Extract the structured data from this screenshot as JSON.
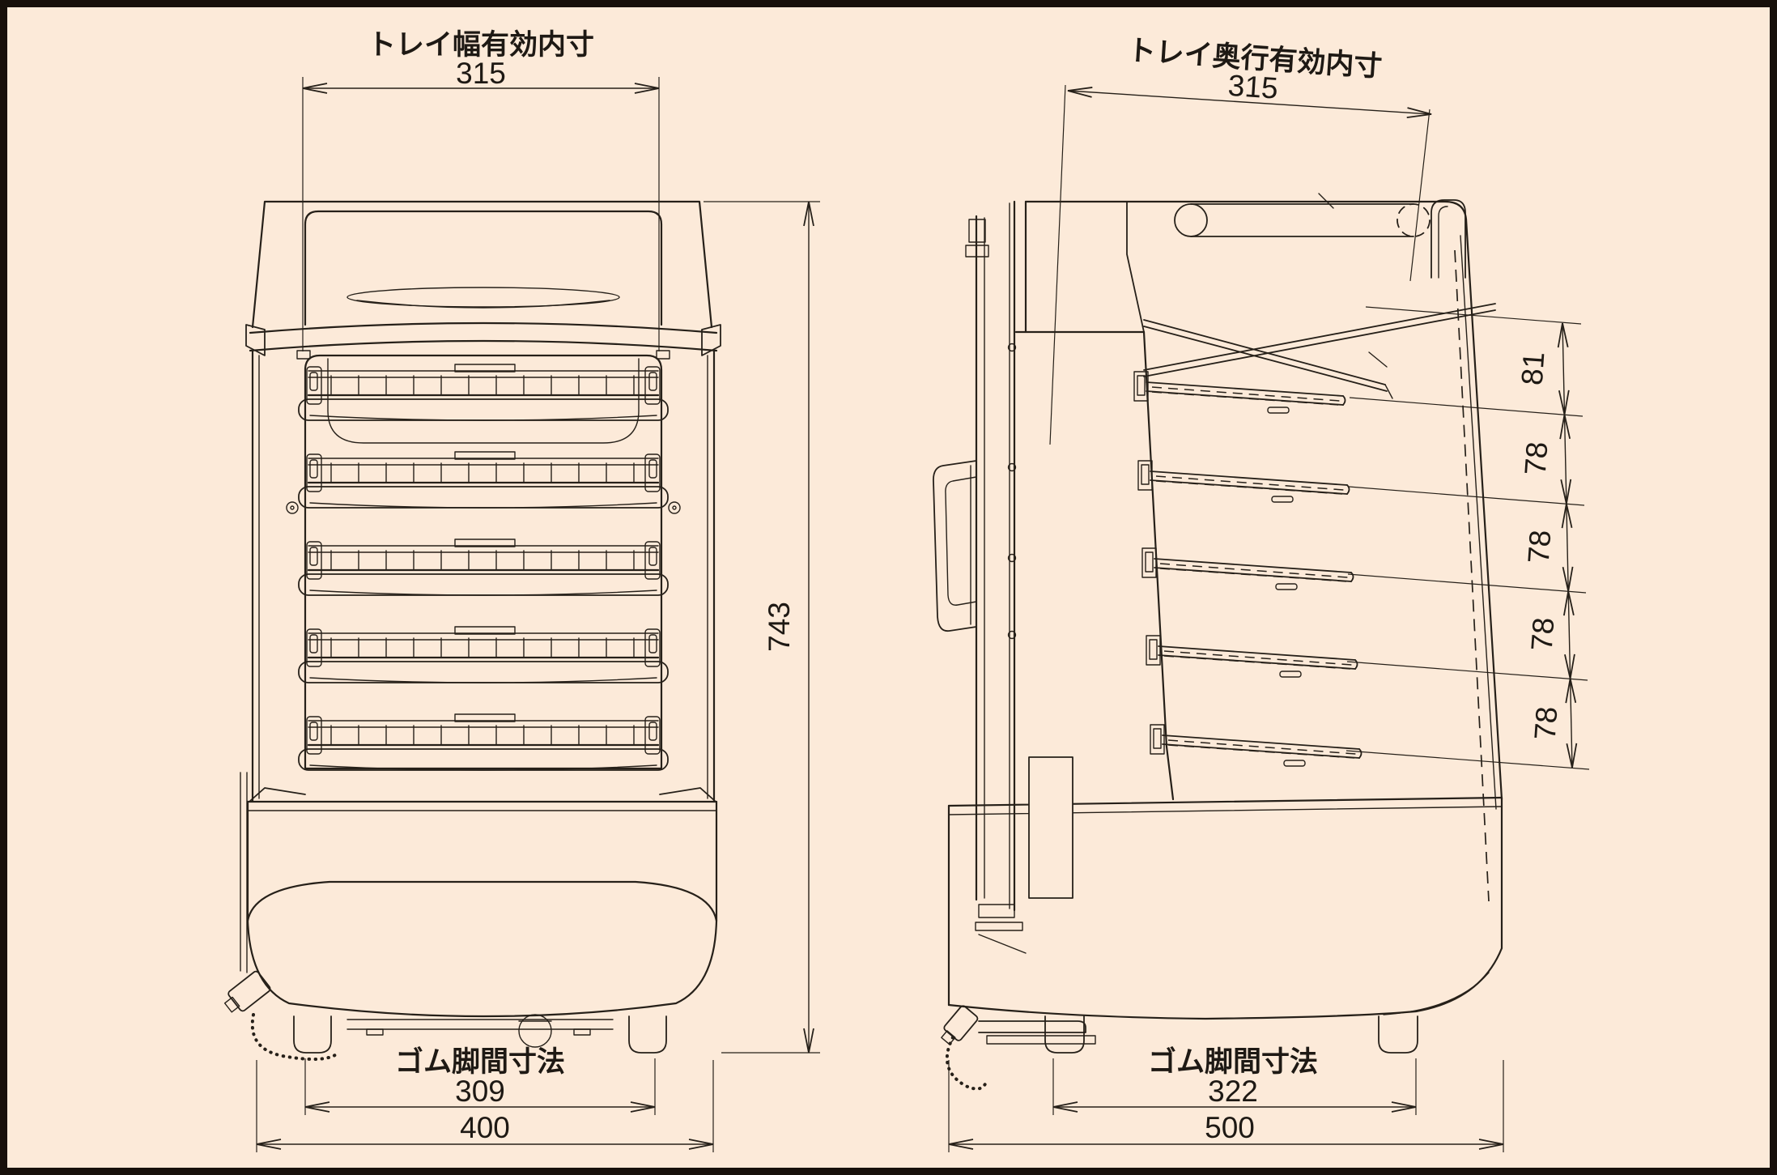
{
  "drawing": {
    "background_color": "#fcead9",
    "line_color": "#262019",
    "front_view": {
      "tray_width_dim": {
        "label": "トレイ幅有効内寸",
        "value": "315"
      },
      "height_dim": {
        "value": "743"
      },
      "foot_span_dim": {
        "label": "ゴム脚間寸法",
        "value": "309"
      },
      "overall_width_dim": {
        "value": "400"
      }
    },
    "side_view": {
      "tray_depth_dim": {
        "label": "トレイ奥行有効内寸",
        "value": "315"
      },
      "shelf_pitch_dims": [
        "81",
        "78",
        "78",
        "78",
        "78"
      ],
      "foot_span_dim": {
        "label": "ゴム脚間寸法",
        "value": "322"
      },
      "overall_depth_dim": {
        "value": "500"
      }
    }
  }
}
